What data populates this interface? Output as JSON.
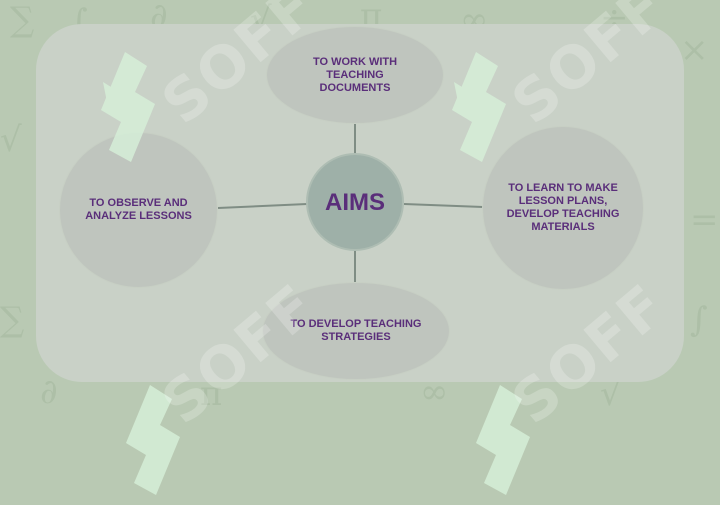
{
  "diagram": {
    "center": {
      "label": "AIMS"
    },
    "nodes": {
      "top": "TO WORK WITH TEACHING DOCUMENTS",
      "left": "TO OBSERVE AND ANALYZE LESSONS",
      "right": "TO LEARN TO MAKE LESSON PLANS, DEVELOP TEACHING MATERIALS",
      "bottom": "TO DEVELOP TEACHING STRATEGIES"
    }
  },
  "watermark": {
    "text": "SOFF"
  },
  "colors": {
    "background": "#b9c9b3",
    "panel": "#c9d1c7",
    "node_fill": "#bfc5be",
    "center_fill": "#9eb0a8",
    "text": "#5a2e7a",
    "connector": "#7f8d84",
    "logo": "#d6efd8"
  }
}
